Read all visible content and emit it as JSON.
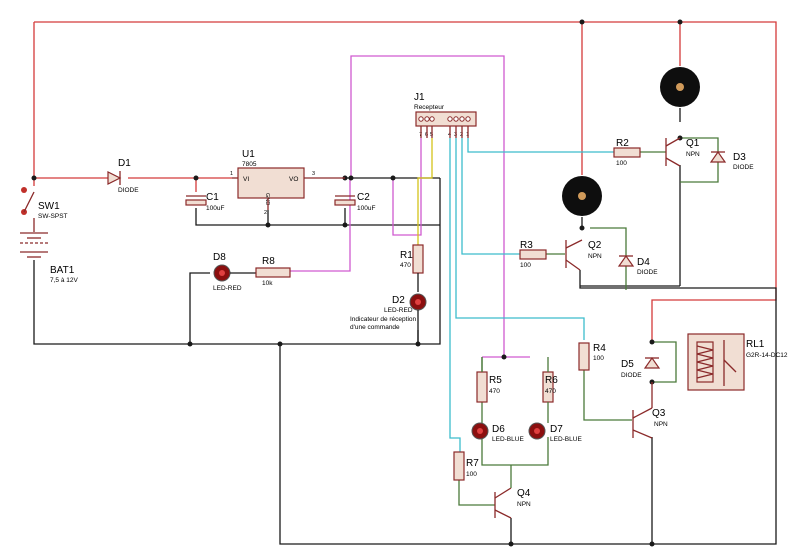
{
  "components": {
    "sw1": {
      "ref": "SW1",
      "value": "SW-SPST"
    },
    "bat1": {
      "ref": "BAT1",
      "value": "7,5 à 12V"
    },
    "d1": {
      "ref": "D1",
      "value": "DIODE"
    },
    "c1": {
      "ref": "C1",
      "value": "100uF"
    },
    "u1": {
      "ref": "U1",
      "value": "7805",
      "vi": "VI",
      "vo": "VO",
      "gnd": "GND",
      "pin1": "1",
      "pin2": "2",
      "pin3": "3"
    },
    "c2": {
      "ref": "C2",
      "value": "100uF"
    },
    "j1": {
      "ref": "J1",
      "value": "Recepteur",
      "pins": [
        "7",
        "6",
        "5",
        "4",
        "3",
        "2",
        "1"
      ]
    },
    "r1": {
      "ref": "R1",
      "value": "470"
    },
    "d2": {
      "ref": "D2",
      "value": "LED-RED",
      "note1": "Indicateur de réception",
      "note2": "d'une commande"
    },
    "d8": {
      "ref": "D8",
      "value": "LED-RED"
    },
    "r8": {
      "ref": "R8",
      "value": "10k"
    },
    "r2": {
      "ref": "R2",
      "value": "100"
    },
    "q1": {
      "ref": "Q1",
      "value": "NPN"
    },
    "d3": {
      "ref": "D3",
      "value": "DIODE"
    },
    "r3": {
      "ref": "R3",
      "value": "100"
    },
    "q2": {
      "ref": "Q2",
      "value": "NPN"
    },
    "d4": {
      "ref": "D4",
      "value": "DIODE"
    },
    "r4": {
      "ref": "R4",
      "value": "100"
    },
    "q3": {
      "ref": "Q3",
      "value": "NPN"
    },
    "d5": {
      "ref": "D5",
      "value": "DIODE"
    },
    "rl1": {
      "ref": "RL1",
      "value": "G2R-14-DC12"
    },
    "r5": {
      "ref": "R5",
      "value": "470"
    },
    "r6": {
      "ref": "R6",
      "value": "470"
    },
    "d6": {
      "ref": "D6",
      "value": "LED-BLUE"
    },
    "d7": {
      "ref": "D7",
      "value": "LED-BLUE"
    },
    "r7": {
      "ref": "R7",
      "value": "100"
    },
    "q4": {
      "ref": "Q4",
      "value": "NPN"
    }
  },
  "colors": {
    "power": "#d43a3a",
    "ground": "#1a1a1a",
    "signal_magenta": "#d05ad0",
    "signal_cyan": "#3cbccc",
    "signal_green": "#4a7a3a",
    "signal_yellow": "#d4c21a",
    "component_outline": "#8b2a2a",
    "component_fill": "#f1ded3"
  }
}
